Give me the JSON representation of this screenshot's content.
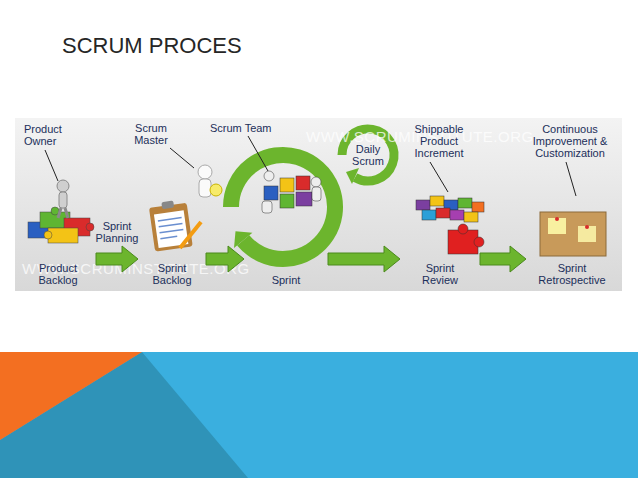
{
  "diagram": {
    "title": "SCRUM PROCES",
    "nodes": [
      {
        "text": [
          "Product Backlog"
        ]
      },
      {
        "text": [
          "Sprint Backlog"
        ]
      },
      {
        "text": [
          "Sprint"
        ]
      },
      {
        "text": [
          "Sprint Review"
        ]
      },
      {
        "text": [
          "Sprint Retrospective"
        ]
      }
    ],
    "edges": [
      {
        "from": 0,
        "to": 1,
        "arrow": "to",
        "label": "Sprint Planning"
      },
      {
        "from": 1,
        "to": 2,
        "arrow": "to"
      },
      {
        "from": 2,
        "to": 3,
        "arrow": "to"
      },
      {
        "from": 3,
        "to": 4,
        "arrow": "to"
      }
    ],
    "labels": [
      "Product Owner",
      "Scrum Master",
      "Scrum Team",
      "Daily Scrum",
      "Shippable Product Increment",
      "Continuous Improvement & Customization",
      "WWW.SCRUMINSTITUTE.ORG",
      "WWW.SCRUMINSTITUTE.ORG"
    ]
  }
}
